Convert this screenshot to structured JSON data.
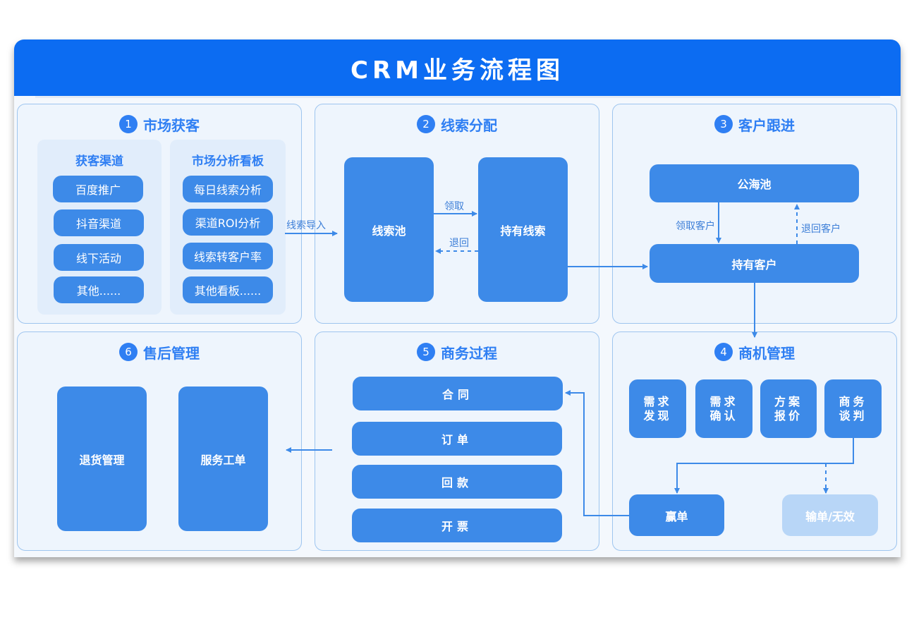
{
  "title": "CRM业务流程图",
  "sections": {
    "market": {
      "num": "1",
      "title": "市场获客",
      "channels": {
        "title": "获客渠道",
        "items": [
          "百度推广",
          "抖音渠道",
          "线下活动",
          "其他......"
        ]
      },
      "dashboards": {
        "title": "市场分析看板",
        "items": [
          "每日线索分析",
          "渠道ROI分析",
          "线索转客户率",
          "其他看板......"
        ]
      }
    },
    "leads": {
      "num": "2",
      "title": "线索分配",
      "pool": "线索池",
      "owned": "持有线索",
      "claim": "领取",
      "return": "退回",
      "import": "线索导入"
    },
    "follow": {
      "num": "3",
      "title": "客户跟进",
      "public_pool": "公海池",
      "owned": "持有客户",
      "claim": "领取客户",
      "return": "退回客户"
    },
    "opportunity": {
      "num": "4",
      "title": "商机管理",
      "steps": [
        "需求\n发现",
        "需求\n确认",
        "方案\n报价",
        "商务\n谈判"
      ],
      "win": "赢单",
      "lose": "输单/无效"
    },
    "business": {
      "num": "5",
      "title": "商务过程",
      "items": [
        "合同",
        "订单",
        "回款",
        "开票"
      ]
    },
    "aftersale": {
      "num": "6",
      "title": "售后管理",
      "items": [
        "退货管理",
        "服务工单"
      ]
    }
  },
  "colors": {
    "header": "#0c6cf2",
    "accent": "#2f7ff3",
    "box": "#3d8ae8",
    "box_light": "#b8d6f7",
    "panel_border": "#9ec5ef"
  }
}
